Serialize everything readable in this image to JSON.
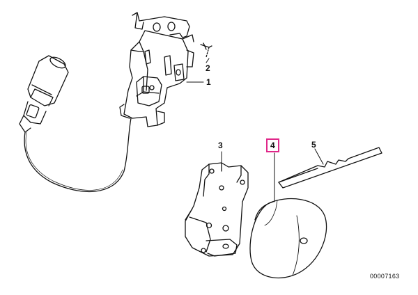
{
  "callouts": {
    "c1": "1",
    "c2": "2",
    "c3": "3",
    "c4": "4",
    "c5": "5"
  },
  "highlighted_callout": "4",
  "highlight_color": "#e0288a",
  "line_color": "#111111",
  "diagram_code": "00007163"
}
